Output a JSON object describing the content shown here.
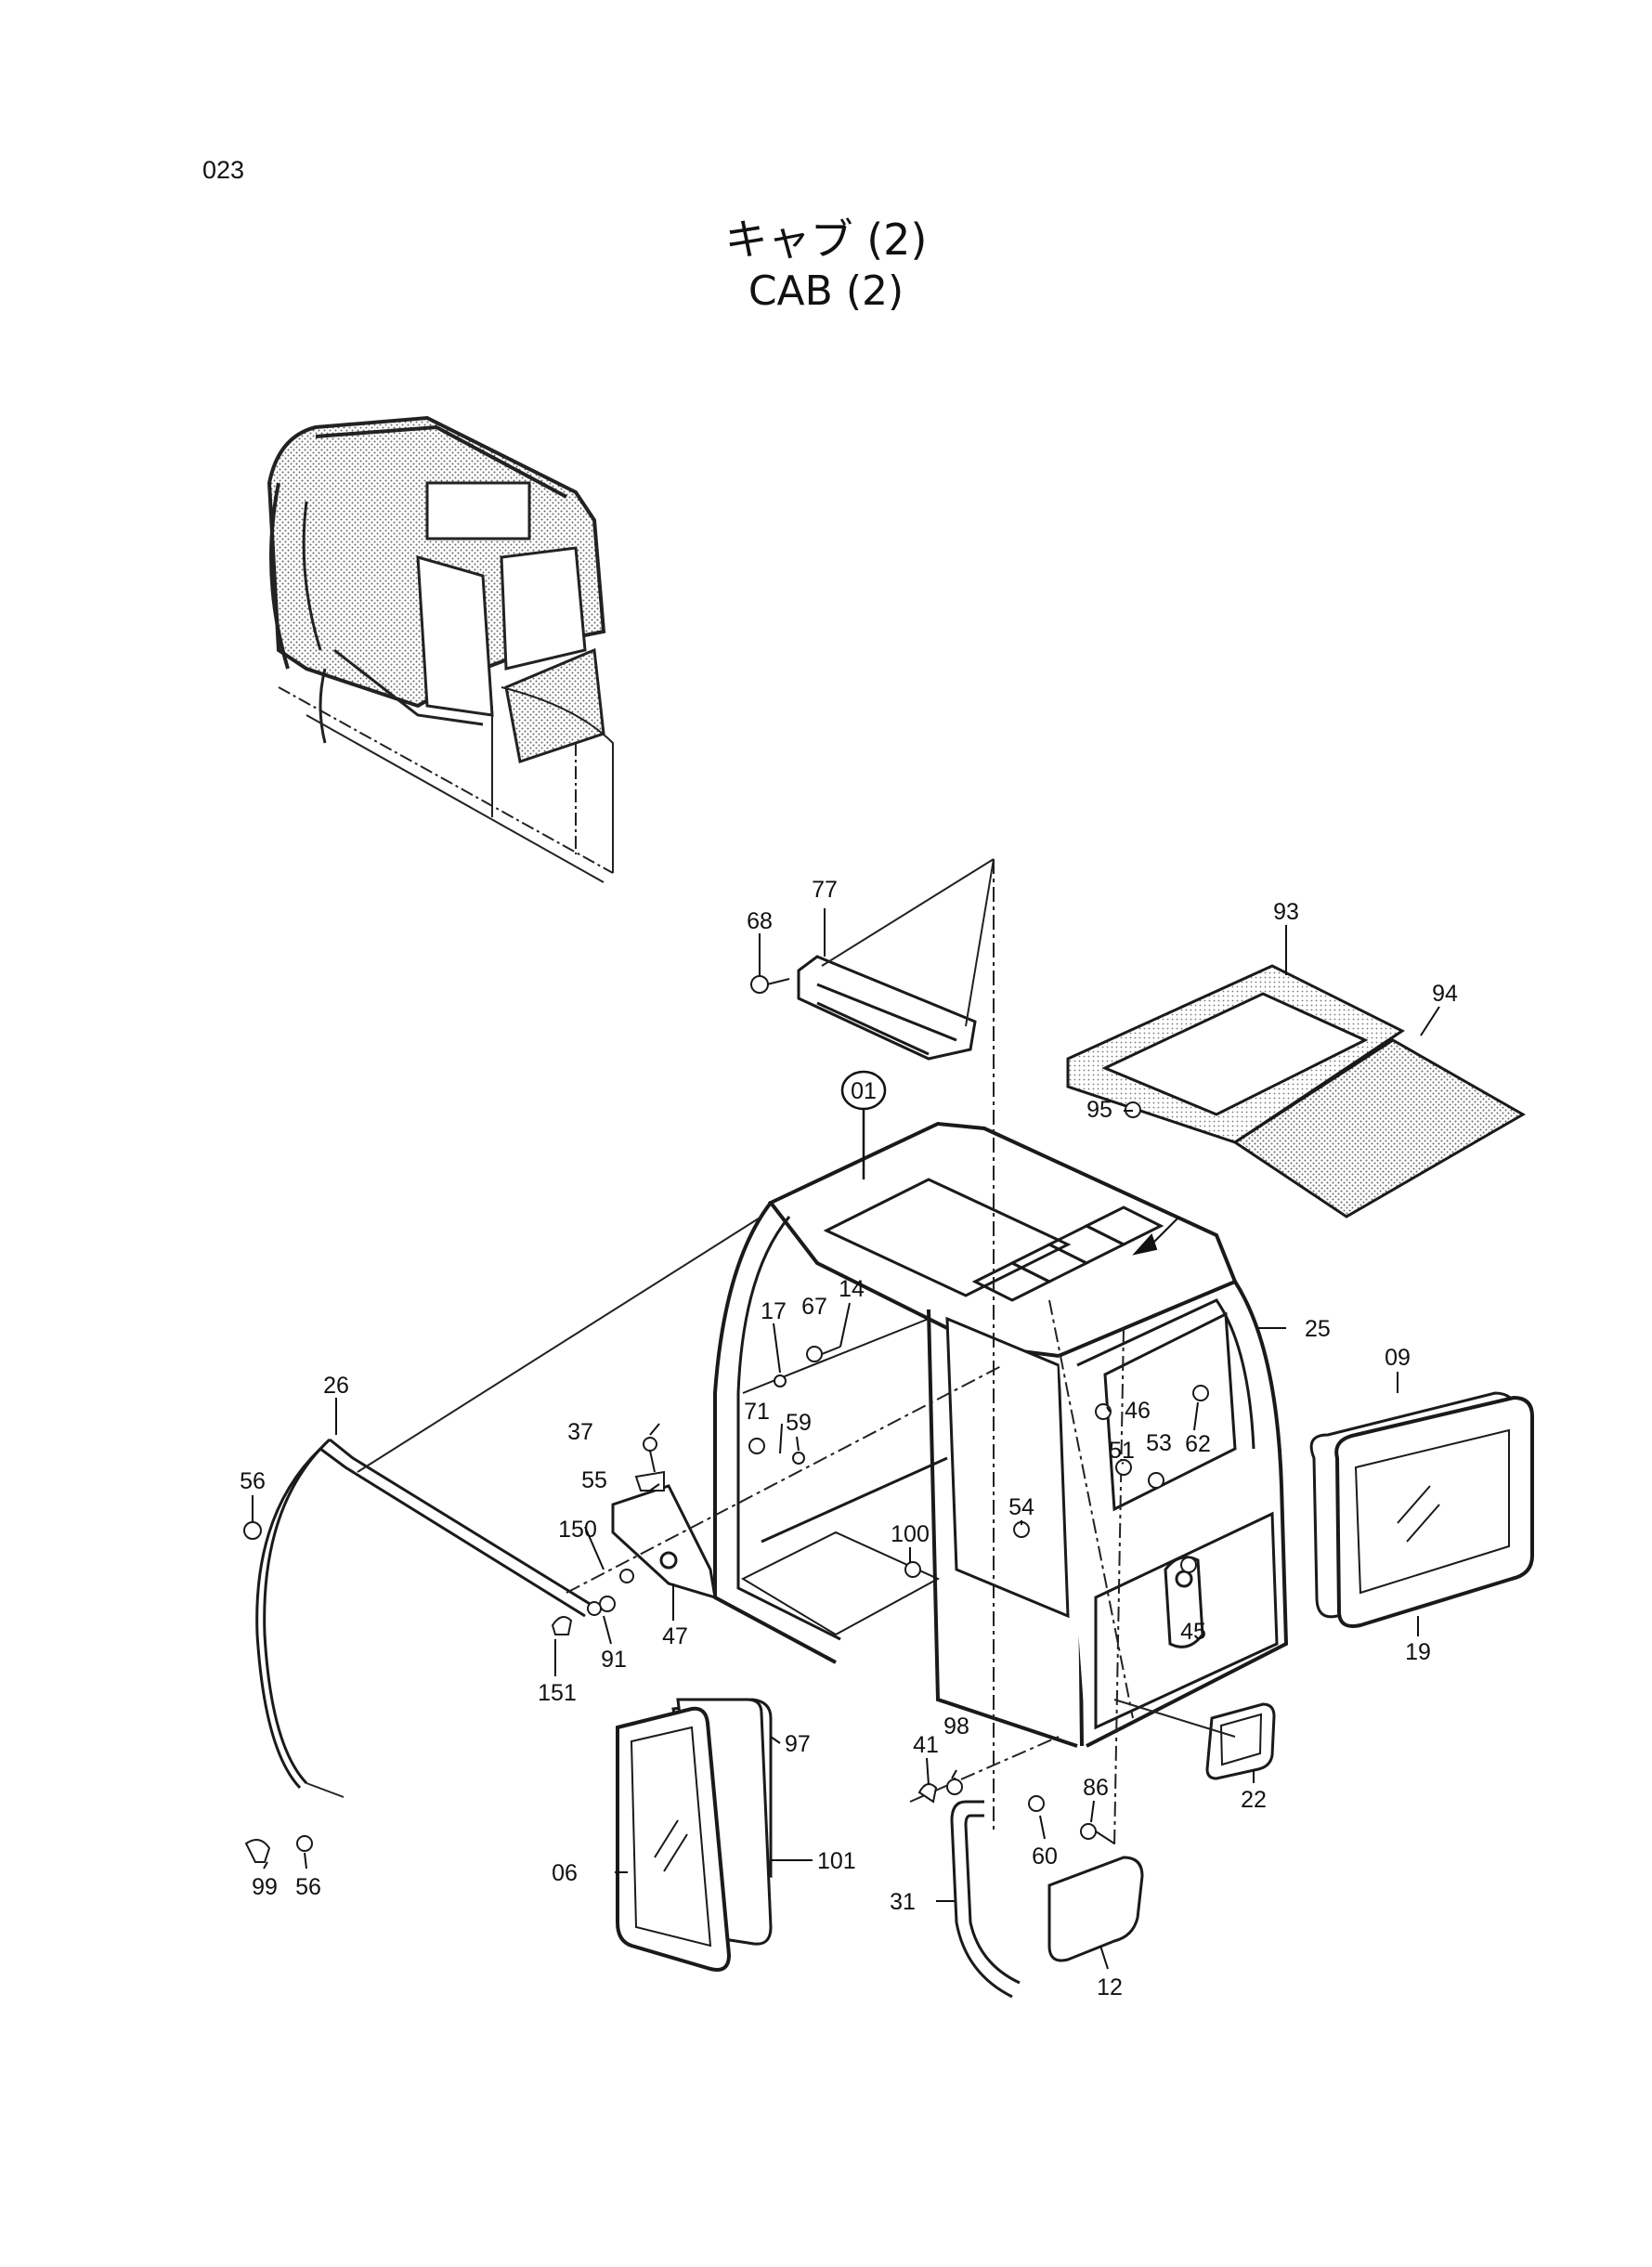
{
  "page_number": "023",
  "title_jp": "キャブ (2)",
  "title_en": "CAB (2)",
  "callouts": {
    "p01": "01",
    "p06": "06",
    "p09": "09",
    "p12": "12",
    "p14": "14",
    "p17": "17",
    "p19": "19",
    "p22": "22",
    "p25": "25",
    "p26": "26",
    "p31": "31",
    "p37": "37",
    "p41": "41",
    "p45": "45",
    "p46": "46",
    "p47": "47",
    "p51": "51",
    "p53": "53",
    "p54": "54",
    "p55": "55",
    "p56a": "56",
    "p56b": "56",
    "p59": "59",
    "p60": "60",
    "p62": "62",
    "p67": "67",
    "p68": "68",
    "p71": "71",
    "p77": "77",
    "p86": "86",
    "p91": "91",
    "p93": "93",
    "p94": "94",
    "p95": "95",
    "p97": "97",
    "p98": "98",
    "p99": "99",
    "p100": "100",
    "p101": "101",
    "p150": "150",
    "p151": "151"
  }
}
